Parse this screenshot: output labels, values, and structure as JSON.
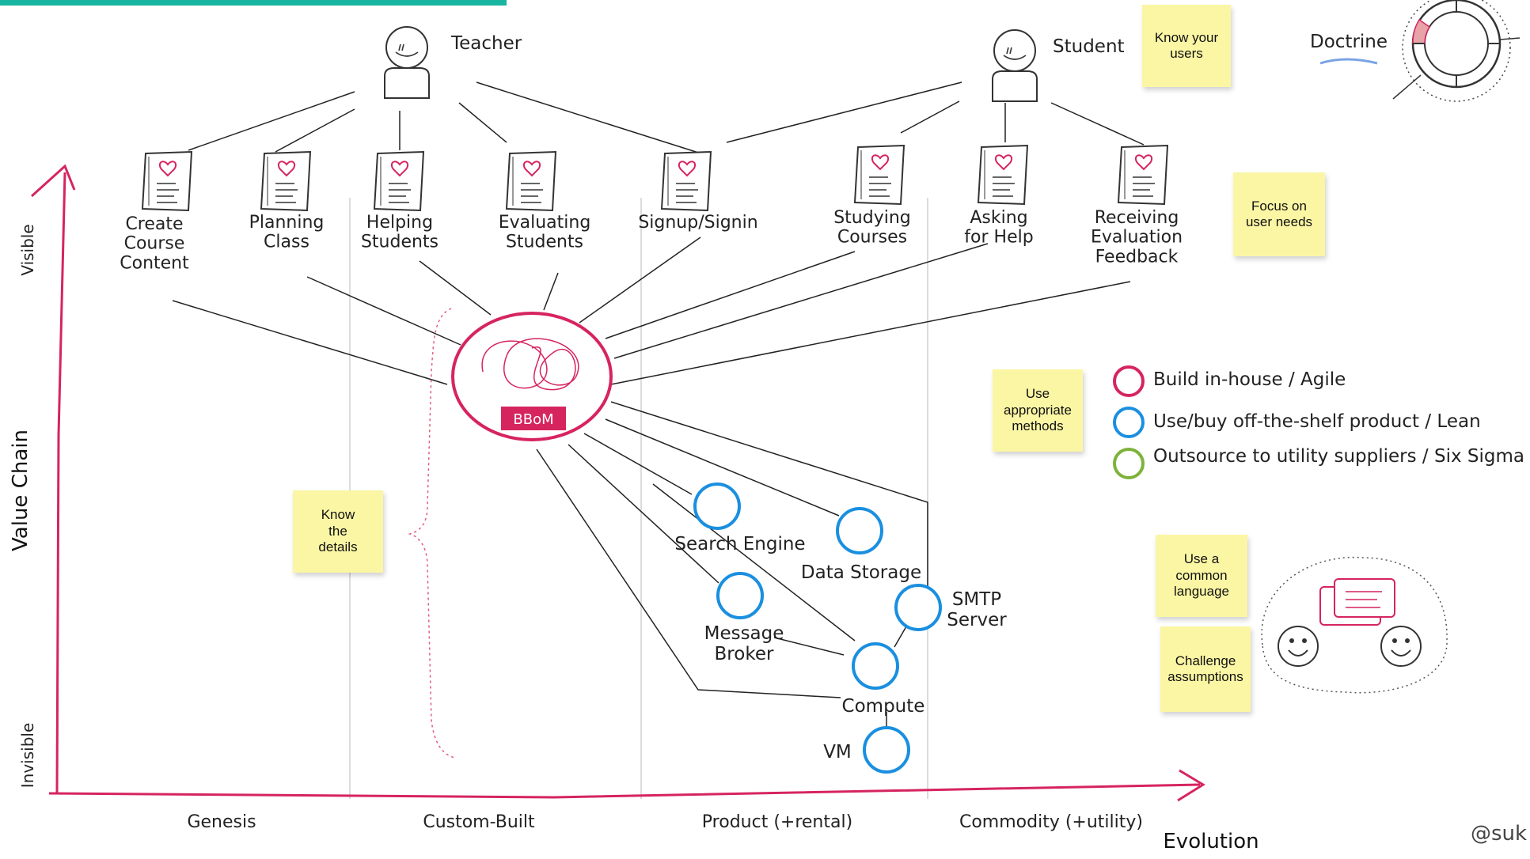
{
  "actors": [
    {
      "id": "teacher",
      "label": "Teacher"
    },
    {
      "id": "student",
      "label": "Student"
    }
  ],
  "needs": [
    {
      "id": "create",
      "label": "Create\nCourse\nContent"
    },
    {
      "id": "planning",
      "label": "Planning\nClass"
    },
    {
      "id": "helping",
      "label": "Helping\nStudents"
    },
    {
      "id": "evaluating",
      "label": "Evaluating\nStudents"
    },
    {
      "id": "signup",
      "label": "Signup/Signin"
    },
    {
      "id": "studying",
      "label": "Studying\nCourses"
    },
    {
      "id": "asking",
      "label": "Asking\nfor Help"
    },
    {
      "id": "receiving",
      "label": "Receiving\nEvaluation\nFeedback"
    }
  ],
  "bbom": {
    "label": "BBoM"
  },
  "components": [
    {
      "id": "search",
      "label": "Search Engine"
    },
    {
      "id": "storage",
      "label": "Data Storage"
    },
    {
      "id": "smtp",
      "label": "SMTP\nServer"
    },
    {
      "id": "broker",
      "label": "Message\nBroker"
    },
    {
      "id": "compute",
      "label": "Compute"
    },
    {
      "id": "vm",
      "label": "VM"
    }
  ],
  "legend": [
    {
      "label": "Build in-house / Agile",
      "color": "#d6245f"
    },
    {
      "label": "Use/buy off-the-shelf product / Lean",
      "color": "#1a8fe0"
    },
    {
      "label": "Outsource to utility suppliers / Six Sigma",
      "color": "#7db33a"
    }
  ],
  "stickies": [
    {
      "id": "know-users",
      "text": "Know your\nusers"
    },
    {
      "id": "focus",
      "text": "Focus on\nuser needs"
    },
    {
      "id": "methods",
      "text": "Use\nappropriate\nmethods"
    },
    {
      "id": "details",
      "text": "Know\nthe\ndetails"
    },
    {
      "id": "common-language",
      "text": "Use a\ncommon\nlanguage"
    },
    {
      "id": "challenge",
      "text": "Challenge\nassumptions"
    }
  ],
  "doctrine": {
    "label": "Doctrine"
  },
  "axes": {
    "y_title": "Value Chain",
    "y_top": "Visible",
    "y_bottom": "Invisible",
    "x_title": "Evolution",
    "stages": [
      "Genesis",
      "Custom-Built",
      "Product (+rental)",
      "Commodity (+utility)"
    ]
  },
  "handle": "@suk",
  "colors": {
    "accent": "#d6245f",
    "blue": "#1a8fe0",
    "teal": "#19b5a0",
    "green": "#7db33a",
    "sticky": "#fbf6a4"
  }
}
